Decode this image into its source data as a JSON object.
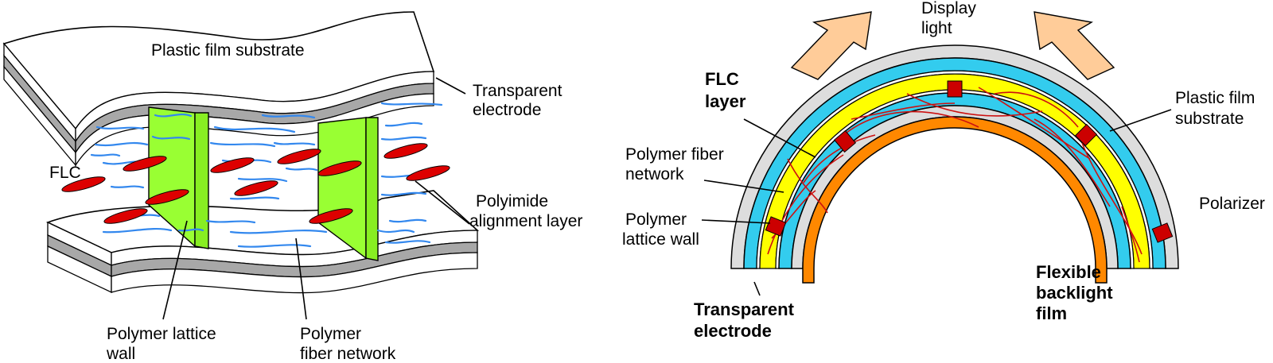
{
  "left_panel": {
    "labels": {
      "substrate": "Plastic film substrate",
      "electrode_1": "Transparent",
      "electrode_2": "electrode",
      "flc": "FLC",
      "polyimide_1": "Polyimide",
      "polyimide_2": "alignment layer",
      "lattice_1": "Polymer lattice",
      "lattice_2": "wall",
      "fiber_1": "Polymer",
      "fiber_2": "fiber network"
    }
  },
  "right_panel": {
    "labels": {
      "display_1": "Display",
      "display_2": "light",
      "flc_1": "FLC",
      "flc_2": "layer",
      "fiber_1": "Polymer fiber",
      "fiber_2": "network",
      "wall_1": "Polymer",
      "wall_2": "lattice wall",
      "substrate_1": "Plastic film",
      "substrate_2": "substrate",
      "polarizer": "Polarizer",
      "electrode_1": "Transparent",
      "electrode_2": "electrode",
      "backlight_1": "Flexible",
      "backlight_2": "backlight",
      "backlight_3": "film"
    }
  },
  "colors": {
    "substrate": "#ffffff",
    "electrode": "#a0a0a0",
    "lattice_wall": "#99ff33",
    "flc_molecule": "#dd0000",
    "fiber": "#3388ee",
    "cyan_layer": "#33ccee",
    "flc_fill": "#ffff00",
    "wall_block": "#cc0000",
    "backlight": "#ff8800",
    "polarizer": "#dddddd",
    "arrow": "#ffcc99"
  }
}
